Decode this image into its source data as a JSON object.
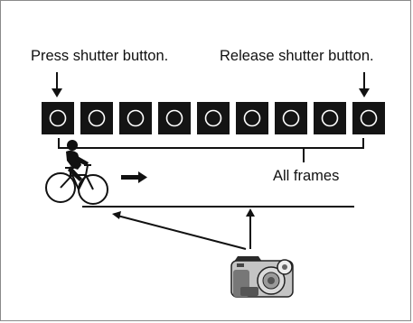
{
  "labels": {
    "press": "Press shutter button.",
    "release": "Release shutter button.",
    "all_frames": "All frames"
  },
  "frames": {
    "count": 9
  },
  "colors": {
    "ink": "#111111",
    "frame_fill": "#141414",
    "frame_circle": "#ffffff",
    "border": "#8a8a8a"
  },
  "icons": {
    "subject": "cyclist-icon",
    "motion": "right-arrow-icon",
    "camera": "camera-icon"
  }
}
